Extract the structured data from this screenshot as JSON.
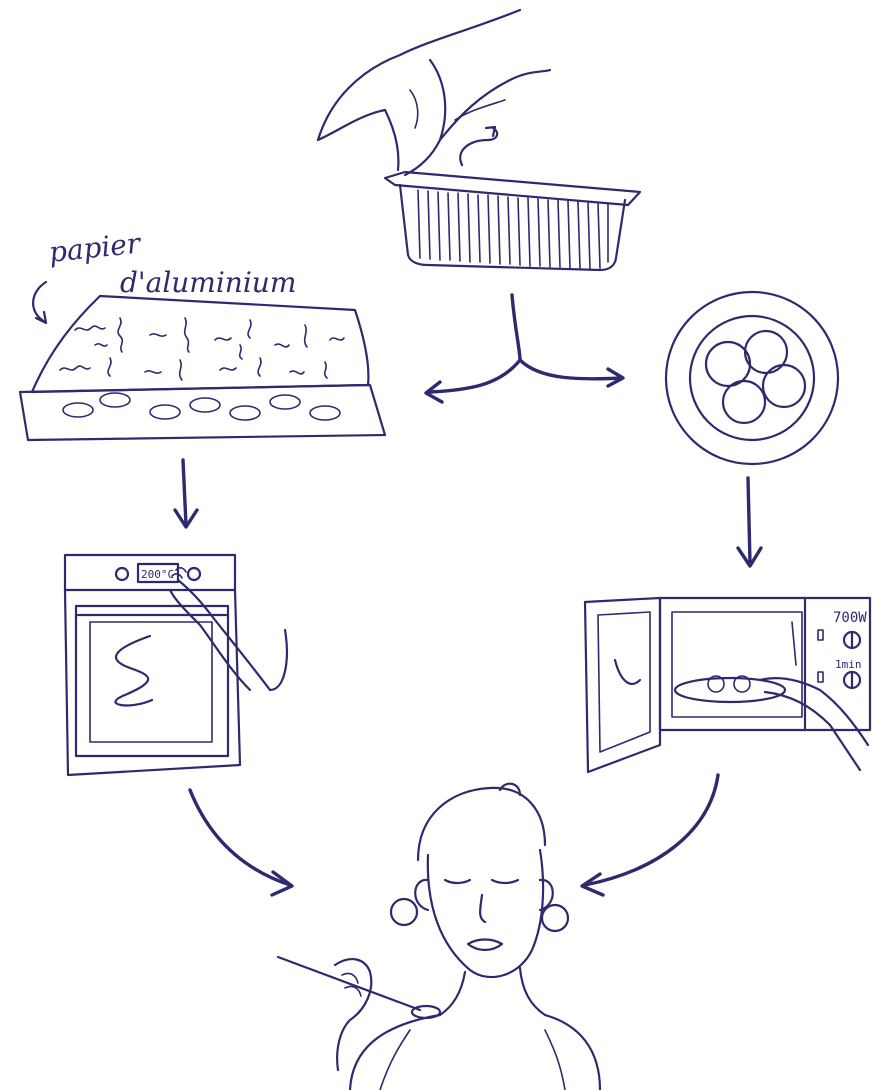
{
  "colors": {
    "ink": "#2e2a6e",
    "background": "#ffffff"
  },
  "labels": {
    "foil_line1": "papier",
    "foil_line2": "d'aluminium",
    "oven_temp": "200°C",
    "microwave_power": "700W",
    "microwave_time": "1min"
  },
  "steps": [
    {
      "icon": "container-with-lid-icon"
    },
    {
      "icon": "foil-covered-tray-icon"
    },
    {
      "icon": "plate-icon"
    },
    {
      "icon": "oven-icon"
    },
    {
      "icon": "microwave-icon"
    },
    {
      "icon": "person-eating-icon"
    }
  ]
}
